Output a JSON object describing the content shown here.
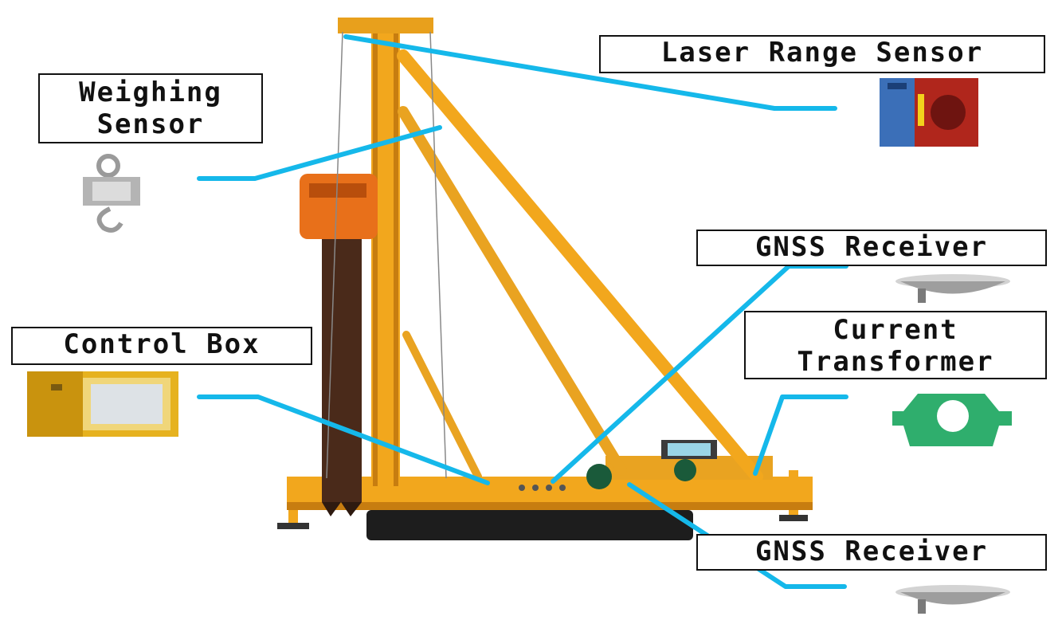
{
  "labels": {
    "laser_range_sensor": "Laser Range Sensor",
    "weighing_sensor_line1": "Weighing",
    "weighing_sensor_line2": "Sensor",
    "gnss_receiver_top": "GNSS Receiver",
    "current_transformer_line1": "Current",
    "current_transformer_line2": "Transformer",
    "control_box": "Control Box",
    "gnss_receiver_bottom": "GNSS Receiver"
  },
  "colors": {
    "leader_line": "#15b8ea",
    "rig_body": "#f2a71d",
    "rig_shadow": "#c77d10",
    "label_border": "#111111",
    "track": "#1d1d1d",
    "pile": "#4a2a1a",
    "laser_sensor_body": "#3b6fb8",
    "laser_sensor_face": "#b0261c",
    "current_transformer": "#2fae6d",
    "control_box_body": "#e6b21f"
  },
  "icons": [
    "laser-sensor-icon",
    "load-cell-icon",
    "gnss-antenna-icon",
    "current-transformer-icon",
    "control-box-icon",
    "pile-driver-rig-image"
  ]
}
